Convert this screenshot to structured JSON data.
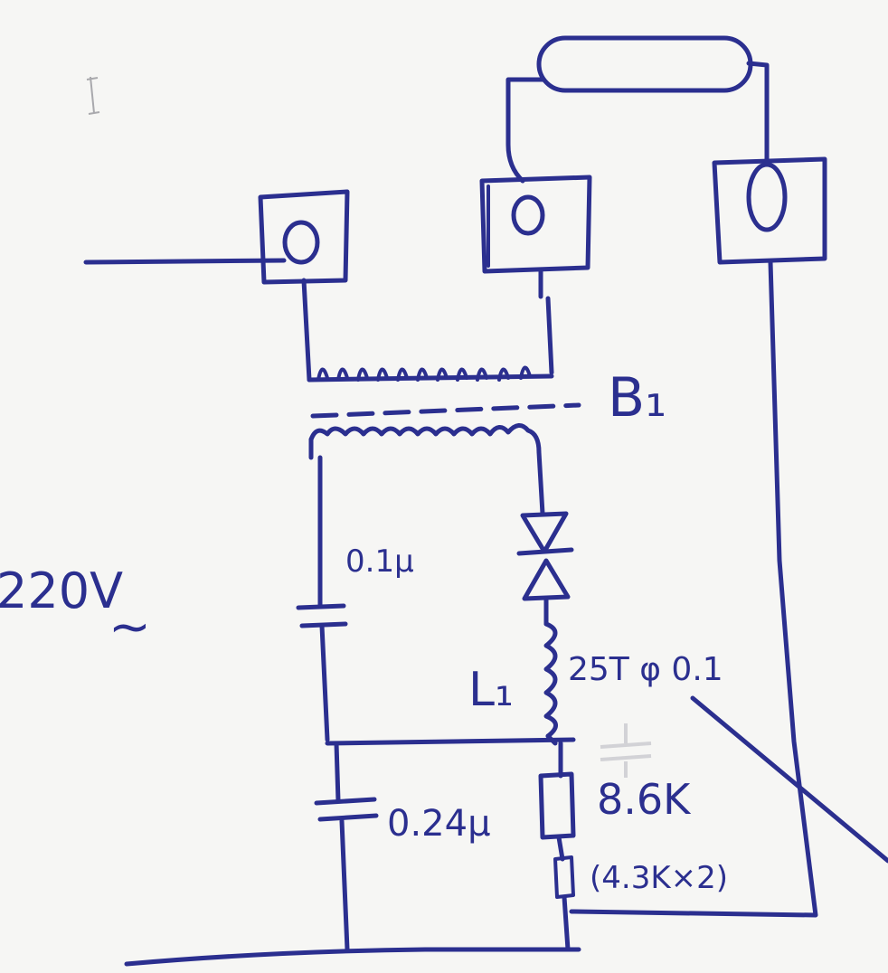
{
  "diagram": {
    "ink_color": "#2b2f8f",
    "paper_color": "#f6f6f4",
    "labels": {
      "transformer": "B₁",
      "supply_voltage": "220V",
      "ac_symbol": "~",
      "cap_upper": "0.1μ",
      "inductor": "L₁",
      "inductor_spec": "25T φ 0.1",
      "cap_lower": "0.24μ",
      "resistor": "8.6K",
      "resistor_note": "(4.3K×2)"
    }
  }
}
